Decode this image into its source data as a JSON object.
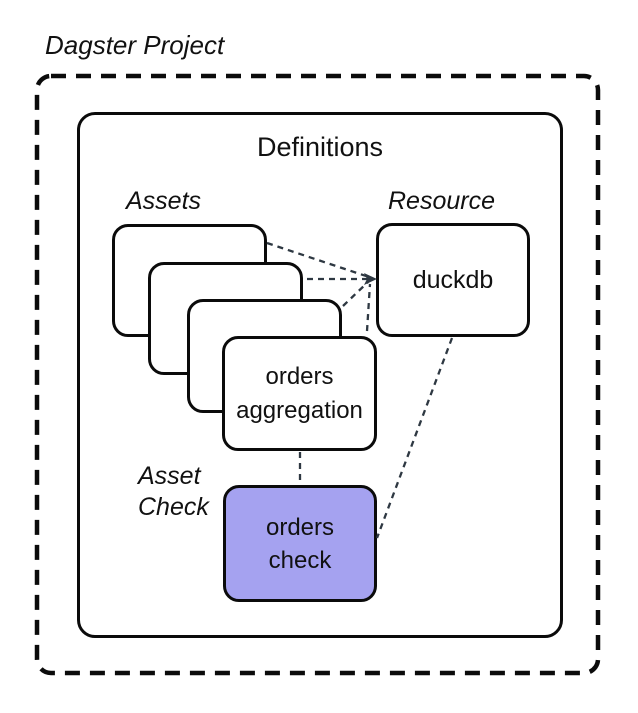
{
  "title": "Dagster Project",
  "definitions": {
    "label": "Definitions"
  },
  "labels": {
    "assets": "Assets",
    "resource": "Resource",
    "asset_check_line1": "Asset",
    "asset_check_line2": "Check"
  },
  "nodes": {
    "orders_aggregation": {
      "line1": "orders",
      "line2": "aggregation"
    },
    "duckdb": {
      "label": "duckdb"
    },
    "orders_check": {
      "line1": "orders",
      "line2": "check",
      "fill": "#a5a2f0",
      "fill_style": "background-color:#a5a2f0"
    }
  },
  "colors": {
    "connector": "#2e3842",
    "border": "#0b0b0b",
    "asset_check_fill": "#a5a2f0"
  }
}
